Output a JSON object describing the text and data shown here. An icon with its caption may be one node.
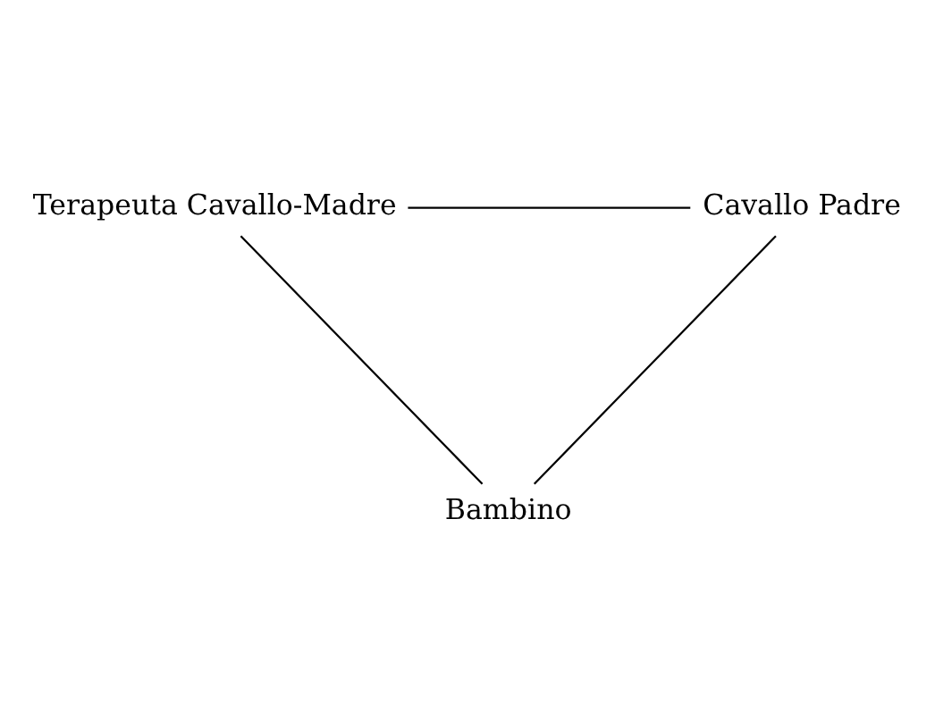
{
  "diagram": {
    "nodes": [
      {
        "text": [
          "Terapeuta Cavallo-Madre"
        ]
      },
      {
        "text": [
          "Cavallo Padre"
        ]
      },
      {
        "text": [
          "Bambino"
        ]
      }
    ],
    "edges": [
      {
        "from": 0,
        "to": 1,
        "arrow": "none"
      },
      {
        "from": 1,
        "to": 2,
        "arrow": "none"
      },
      {
        "from": 2,
        "to": 0,
        "arrow": "none"
      }
    ]
  }
}
